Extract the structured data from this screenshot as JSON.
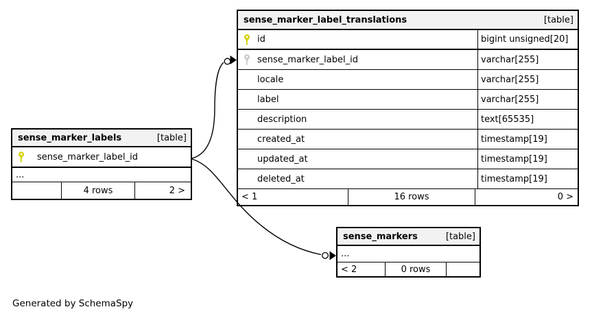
{
  "diagram": {
    "generated_by": "Generated by SchemaSpy",
    "colors": {
      "primary_key": "#d2d202",
      "foreign_key": "#c9c9c9",
      "header_bg": "#f2f2f2",
      "border": "#000000",
      "background": "#ffffff"
    },
    "tables": [
      {
        "name": "sense_marker_label_translations",
        "tag": "[table]",
        "columns": [
          {
            "name": "id",
            "type": "bigint unsigned[20]",
            "key": "primary"
          },
          {
            "name": "sense_marker_label_id",
            "type": "varchar[255]",
            "key": "foreign"
          },
          {
            "name": "locale",
            "type": "varchar[255]",
            "key": "none"
          },
          {
            "name": "label",
            "type": "varchar[255]",
            "key": "none"
          },
          {
            "name": "description",
            "type": "text[65535]",
            "key": "none"
          },
          {
            "name": "created_at",
            "type": "timestamp[19]",
            "key": "none"
          },
          {
            "name": "updated_at",
            "type": "timestamp[19]",
            "key": "none"
          },
          {
            "name": "deleted_at",
            "type": "timestamp[19]",
            "key": "none"
          }
        ],
        "footer": {
          "left": "< 1",
          "center": "16 rows",
          "right": "0 >"
        }
      },
      {
        "name": "sense_marker_labels",
        "tag": "[table]",
        "columns": [
          {
            "name": "sense_marker_label_id",
            "type": "",
            "key": "primary"
          }
        ],
        "ellipsis": "...",
        "footer": {
          "left": "",
          "center": "4 rows",
          "right": "2 >"
        }
      },
      {
        "name": "sense_markers",
        "tag": "[table]",
        "ellipsis": "...",
        "footer": {
          "left": "< 2",
          "center": "0 rows",
          "right": ""
        }
      }
    ],
    "relationships": [
      {
        "from": "sense_marker_labels.sense_marker_label_id",
        "to": "sense_marker_label_translations.sense_marker_label_id"
      },
      {
        "from": "sense_marker_labels.sense_marker_label_id",
        "to": "sense_markers"
      }
    ]
  }
}
